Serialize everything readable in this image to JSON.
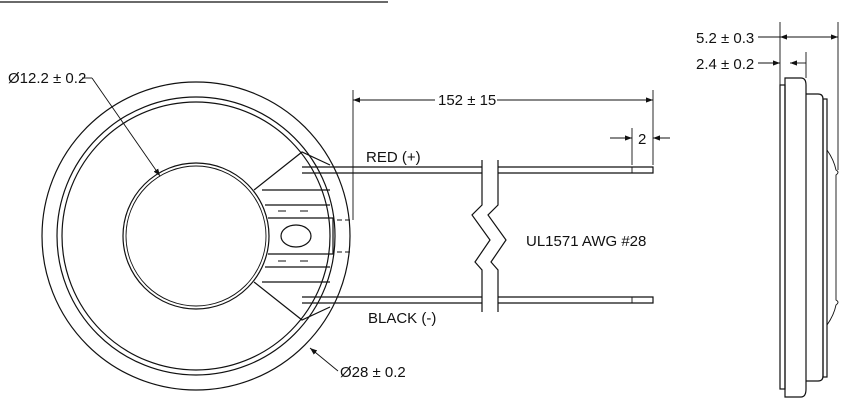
{
  "drawing": {
    "front_view": {
      "inner_diameter_label": "Ø12.2 ± 0.2",
      "outer_diameter_label": "Ø28 ± 0.2"
    },
    "leads": {
      "length_label": "152 ± 15",
      "strip_label": "2",
      "red_label": "RED (+)",
      "black_label": "BLACK (-)",
      "wire_spec_label": "UL1571 AWG #28"
    },
    "side_view": {
      "total_height_label": "5.2 ± 0.3",
      "rim_height_label": "2.4 ± 0.2"
    }
  }
}
